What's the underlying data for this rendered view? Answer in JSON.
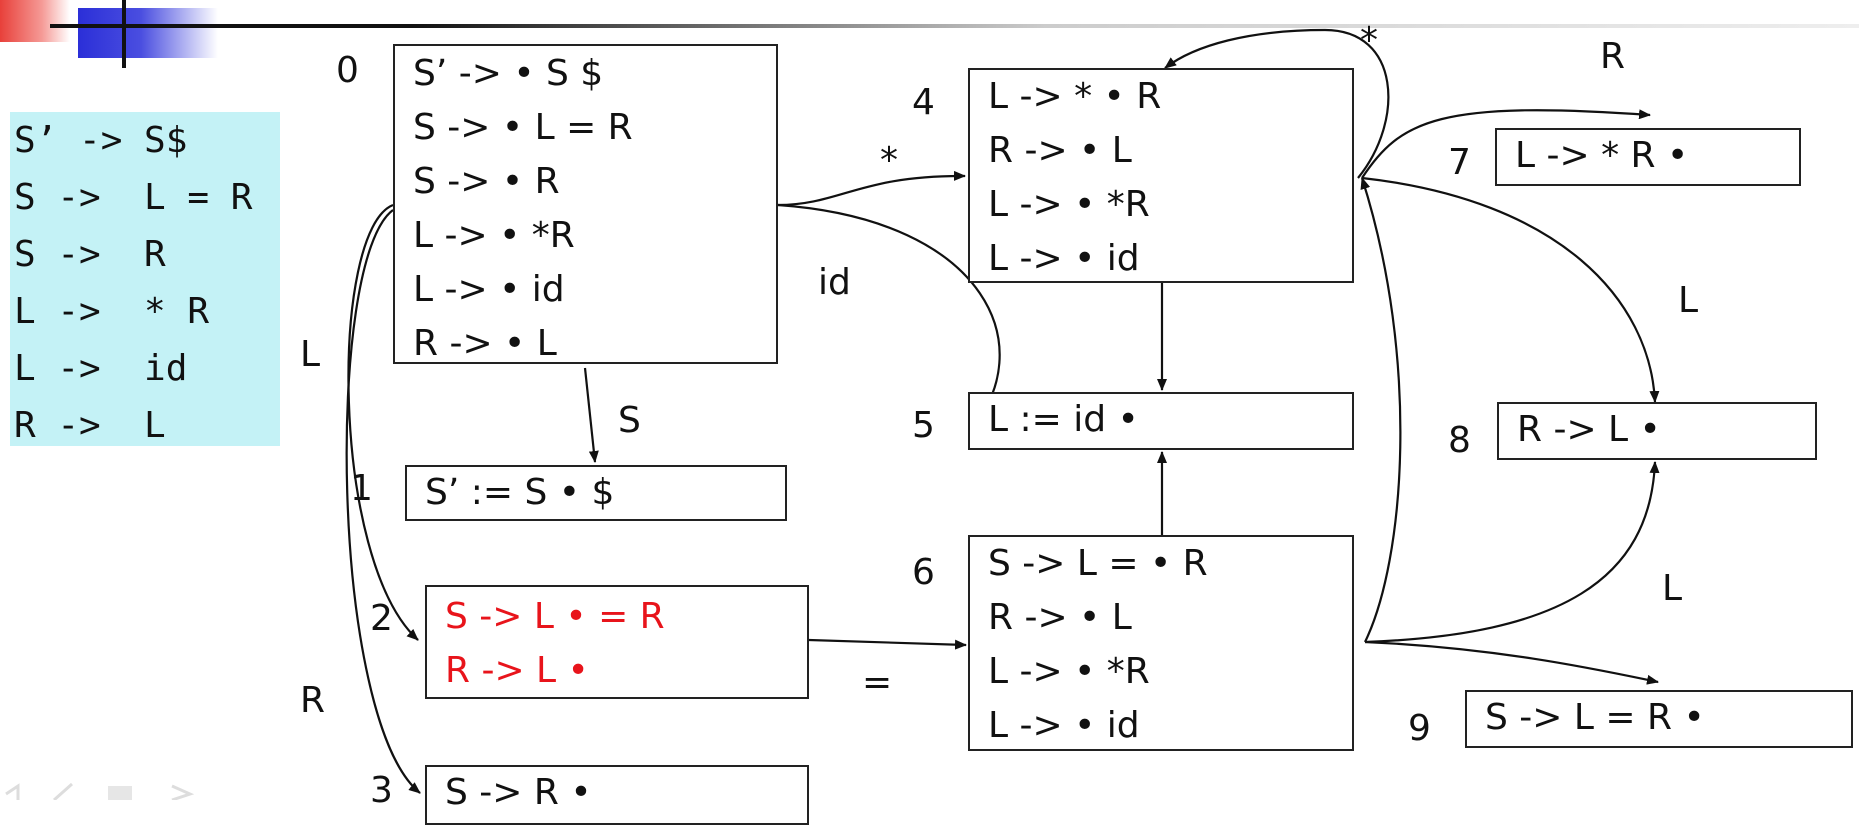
{
  "grammar": [
    "S’ -> S$",
    "S ->  L = R",
    "S ->  R",
    "L ->  * R",
    "L ->  id",
    "R ->  L"
  ],
  "states": [
    {
      "id": "0",
      "items": [
        "S’ -> • S $",
        "S -> • L = R",
        "S -> • R",
        "L -> • *R",
        "L -> • id",
        "R -> • L"
      ]
    },
    {
      "id": "1",
      "items": [
        "S’ := S • $"
      ]
    },
    {
      "id": "2",
      "items": [
        "S -> L • = R",
        "R -> L •"
      ],
      "highlight_color": "#e8141b"
    },
    {
      "id": "3",
      "items": [
        "S -> R •"
      ]
    },
    {
      "id": "4",
      "items": [
        "L -> * • R",
        "R -> • L",
        "L -> • *R",
        "L -> • id"
      ]
    },
    {
      "id": "5",
      "items": [
        "L := id •"
      ]
    },
    {
      "id": "6",
      "items": [
        "S -> L = • R",
        "R -> • L",
        "L -> • *R",
        "L -> • id"
      ]
    },
    {
      "id": "7",
      "items": [
        "L -> * R •"
      ]
    },
    {
      "id": "8",
      "items": [
        "R -> L •"
      ]
    },
    {
      "id": "9",
      "items": [
        "S -> L = R •"
      ]
    }
  ],
  "edges": [
    {
      "from": "0",
      "to": "1",
      "label": "S"
    },
    {
      "from": "0",
      "to": "2",
      "label": "L"
    },
    {
      "from": "0",
      "to": "3",
      "label": "R"
    },
    {
      "from": "0",
      "to": "4",
      "label": "*"
    },
    {
      "from": "0",
      "to": "5",
      "label": "id"
    },
    {
      "from": "2",
      "to": "6",
      "label": "="
    },
    {
      "from": "4",
      "to": "4",
      "label": "*"
    },
    {
      "from": "4",
      "to": "5",
      "label": ""
    },
    {
      "from": "4",
      "to": "7",
      "label": "R"
    },
    {
      "from": "4",
      "to": "8",
      "label": "L"
    },
    {
      "from": "6",
      "to": "4",
      "label": ""
    },
    {
      "from": "6",
      "to": "5",
      "label": ""
    },
    {
      "from": "6",
      "to": "8",
      "label": "L"
    },
    {
      "from": "6",
      "to": "9",
      "label": ""
    }
  ],
  "colors": {
    "highlight": "#e8141b",
    "grammar_background": "#c4f2f6",
    "title_accent": "#2b2fd8"
  }
}
